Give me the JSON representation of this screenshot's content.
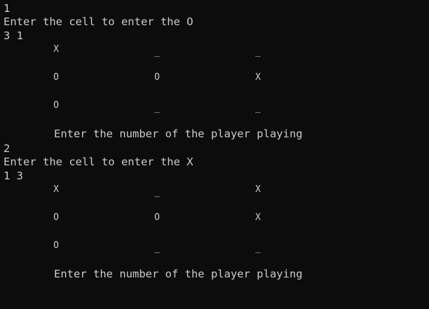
{
  "terminal": {
    "block1": {
      "player_number": "1",
      "instruction": "Enter the cell to enter the O",
      "input": "3 1",
      "board": [
        [
          "X",
          "_",
          "_"
        ],
        [
          "O",
          "O",
          "X"
        ],
        [
          "O",
          "_",
          "_"
        ]
      ],
      "prompt": "Enter the number of the player playing"
    },
    "block2": {
      "player_number": "2",
      "instruction": "Enter the cell to enter the X",
      "input": "1 3",
      "board": [
        [
          "X",
          "_",
          "X"
        ],
        [
          "O",
          "O",
          "X"
        ],
        [
          "O",
          "_",
          "_"
        ]
      ],
      "prompt": "Enter the number of the player playing"
    }
  }
}
